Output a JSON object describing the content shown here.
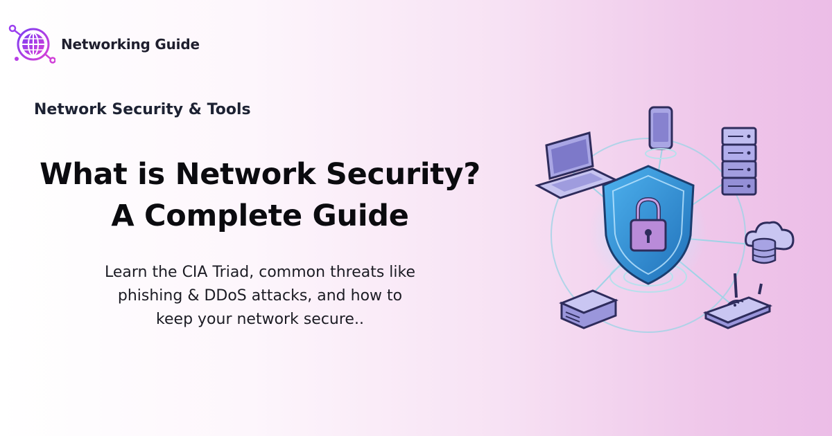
{
  "brand": {
    "name": "Networking Guide",
    "logo_icon": "globe-icon",
    "accent_color": "#b83ee6"
  },
  "category": "Network Security & Tools",
  "headline": {
    "line1": "What is Network Security?",
    "line2": "A Complete Guide"
  },
  "description": {
    "line1": "Learn the CIA Triad, common threats like",
    "line2": "phishing & DDoS attacks, and how to",
    "line3": "keep your network secure.."
  },
  "illustration": {
    "center_icon": "shield-lock-icon",
    "devices": [
      "laptop-icon",
      "smartphone-icon",
      "server-rack-icon",
      "cloud-database-icon",
      "wifi-router-icon",
      "network-switch-icon"
    ],
    "colors": {
      "shield": "#2f8fd8",
      "lock": "#b98bd9",
      "device": "#a9a6e4",
      "outline": "#2e2c5c",
      "ring": "#9fd3e6"
    }
  }
}
